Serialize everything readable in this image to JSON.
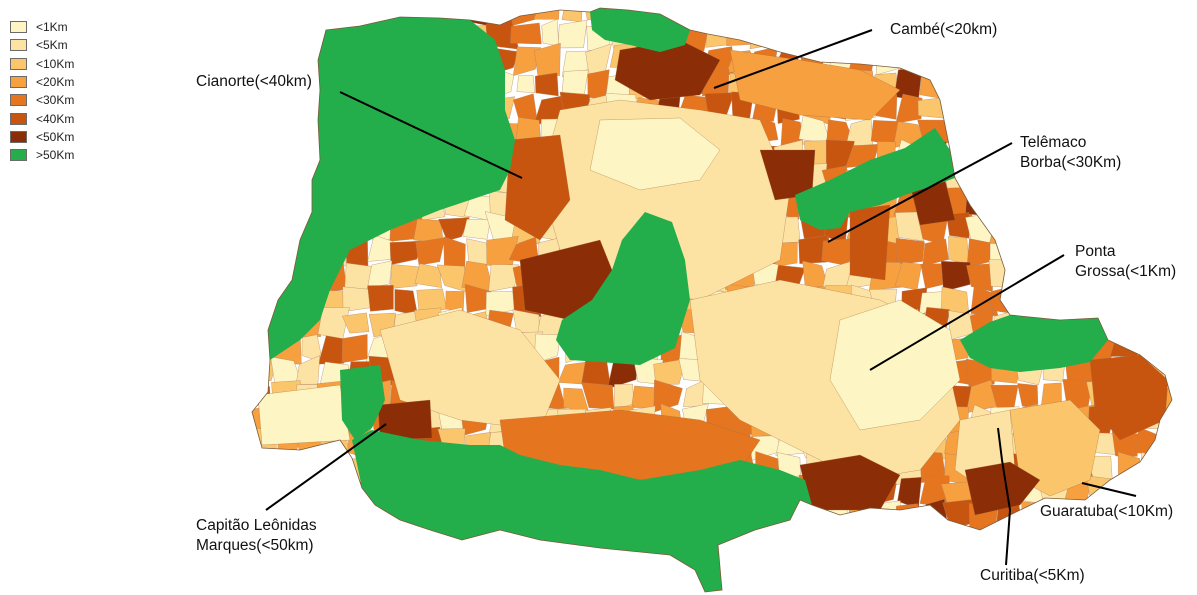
{
  "legend": {
    "items": [
      {
        "label": "<1Km",
        "color": "#fdf5c4"
      },
      {
        "label": "<5Km",
        "color": "#fde3a3"
      },
      {
        "label": "<10Km",
        "color": "#fbc66b"
      },
      {
        "label": "<20Km",
        "color": "#f6a040"
      },
      {
        "label": "<30Km",
        "color": "#e6751f"
      },
      {
        "label": "<40Km",
        "color": "#c8550f"
      },
      {
        "label": "<50Km",
        "color": "#8b2e08"
      },
      {
        "label": ">50Km",
        "color": "#24ad4b"
      }
    ]
  },
  "callouts": [
    {
      "id": "cambe",
      "lines": [
        "Cambé(<20km)"
      ]
    },
    {
      "id": "cianorte",
      "lines": [
        "Cianorte(<40km)"
      ]
    },
    {
      "id": "telemaco",
      "lines": [
        "Telêmaco",
        "Borba(<30Km)"
      ]
    },
    {
      "id": "ponta",
      "lines": [
        "Ponta",
        "Grossa(<1Km)"
      ]
    },
    {
      "id": "capitao",
      "lines": [
        "Capitão Leônidas",
        "Marques(<50km)"
      ]
    },
    {
      "id": "guaratuba",
      "lines": [
        "Guaratuba(<10Km)"
      ]
    },
    {
      "id": "curitiba",
      "lines": [
        "Curitiba(<5Km)"
      ]
    }
  ]
}
